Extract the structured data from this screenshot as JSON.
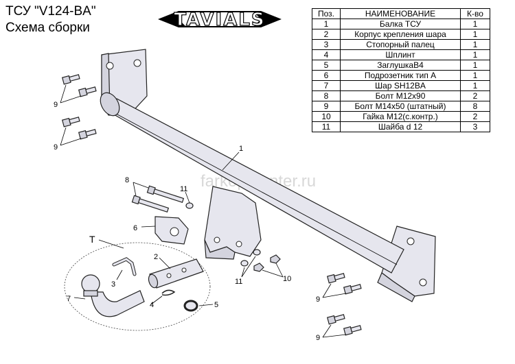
{
  "header": {
    "title_line1": "ТСУ  \"V124-BA\"",
    "title_line2": "Схема сборки",
    "logo_text": "TAVIALS"
  },
  "watermark": "farkop-center.ru",
  "parts_table": {
    "headers": [
      "Поз.",
      "НАИМЕНОВАНИЕ",
      "К-во"
    ],
    "rows": [
      [
        "1",
        "Балка ТСУ",
        "1"
      ],
      [
        "2",
        "Корпус крепления шара",
        "1"
      ],
      [
        "3",
        "Стопорный палец",
        "1"
      ],
      [
        "4",
        "Шплинт",
        "1"
      ],
      [
        "5",
        "ЗаглушкаВ4",
        "1"
      ],
      [
        "6",
        "Подрозетник тип А",
        "1"
      ],
      [
        "7",
        "Шар SH12BA",
        "1"
      ],
      [
        "8",
        "Болт М12х90",
        "2"
      ],
      [
        "9",
        "Болт М14х50 (штатный)",
        "8"
      ],
      [
        "10",
        "Гайка М12(с.контр.)",
        "2"
      ],
      [
        "11",
        "Шайба d 12",
        "3"
      ]
    ]
  },
  "callouts": {
    "beam": "1",
    "housing": "2",
    "pin": "3",
    "cotter": "4",
    "plug": "5",
    "socket_bracket": "6",
    "ball": "7",
    "bolt_m12": "8",
    "bolt_m14_a": "9",
    "bolt_m14_b": "9",
    "bolt_m14_c": "9",
    "bolt_m14_d": "9",
    "nut": "10",
    "washer_a": "11",
    "washer_b": "11",
    "kit_group": "T"
  }
}
